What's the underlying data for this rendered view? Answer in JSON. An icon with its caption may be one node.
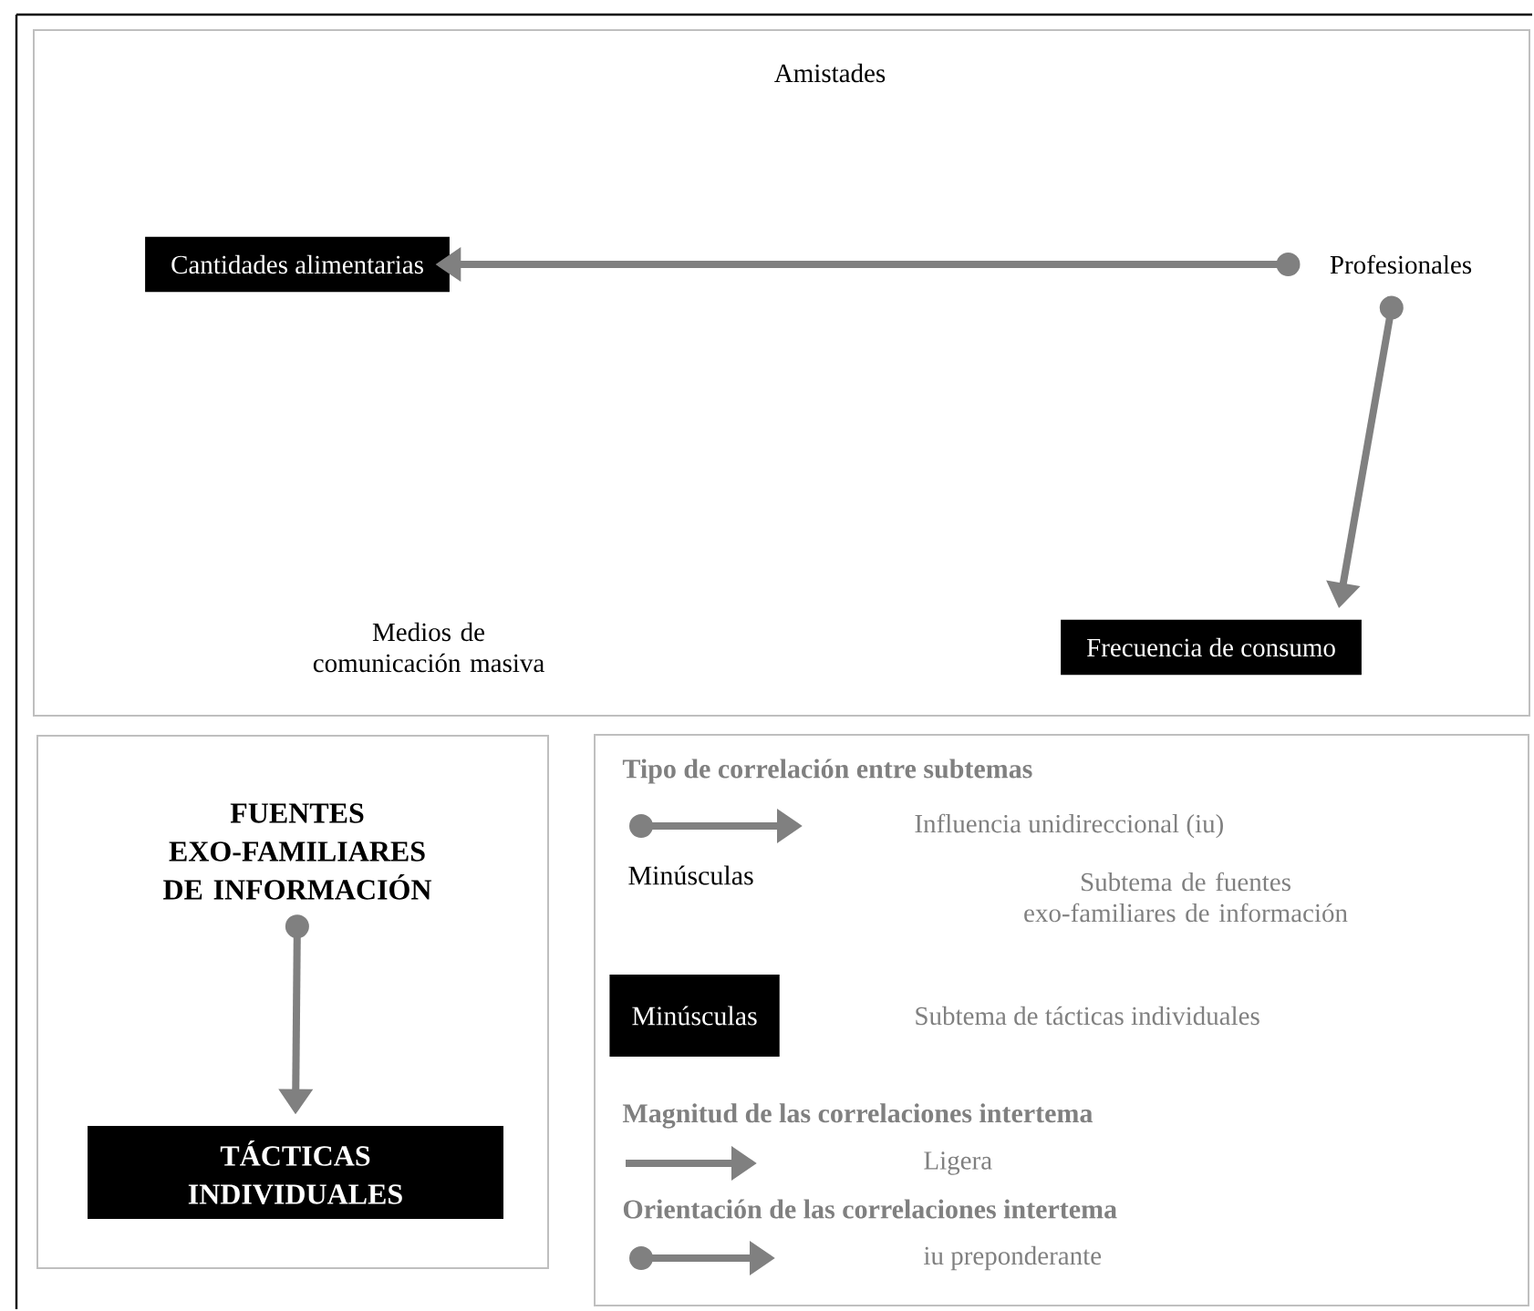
{
  "diagram": {
    "nodes": [
      {
        "text": [],
        "shape": "box"
      },
      {
        "text": [
          "Amistades"
        ],
        "in": 0
      },
      {
        "text": [
          "Cantidades alimentarias"
        ],
        "in": 0
      },
      {
        "text": [
          "Profesionales"
        ],
        "in": 0
      },
      {
        "text": [
          "Medios de comunicación masiva"
        ],
        "in": 0
      },
      {
        "text": [
          "Frecuencia de consumo"
        ],
        "in": 0
      },
      {
        "text": [],
        "shape": "box"
      },
      {
        "text": [
          "FUENTES EXO-FAMILIARES DE INFORMACIÓN"
        ],
        "in": 6
      },
      {
        "text": [
          "TÁCTICAS INDIVIDUALES"
        ],
        "in": 6
      }
    ],
    "edges": [
      {
        "from": 3,
        "to": 2,
        "arrow": "to"
      },
      {
        "from": 3,
        "to": 5,
        "arrow": "to"
      },
      {
        "from": 7,
        "to": 8,
        "arrow": "to"
      }
    ],
    "labels": [
      "Tipo de correlación entre subtemas",
      "Minúsculas",
      "Minúsculas",
      "Magnitud de las correlaciones intertema",
      "Orientación de las correlaciones intertema"
    ],
    "legend": [
      {
        "text": "Influencia unidireccional (iu)"
      },
      {
        "text": "Subtema de fuentes exo-familiares de información"
      },
      {
        "text": "Subtema de tácticas individuales"
      },
      {
        "text": "Ligera"
      },
      {
        "text": "iu preponderante"
      }
    ]
  }
}
